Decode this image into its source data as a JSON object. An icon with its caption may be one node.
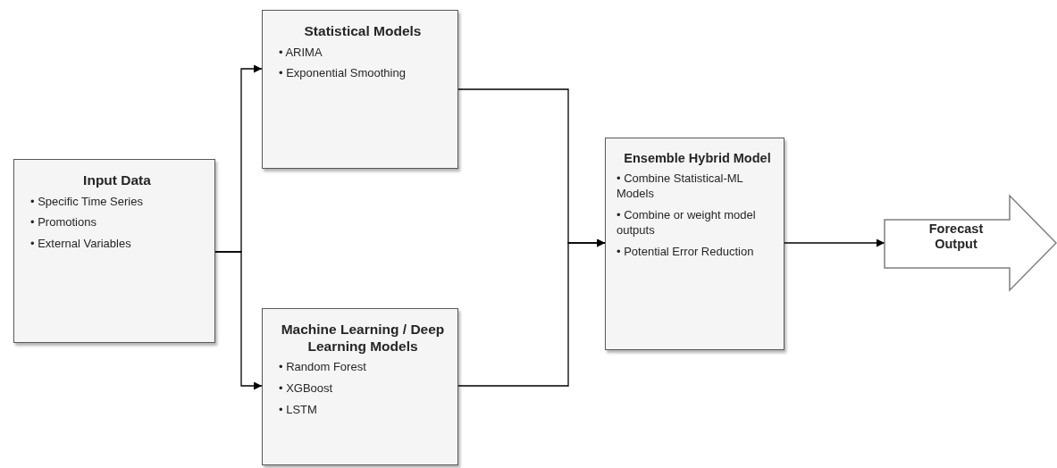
{
  "diagram": {
    "nodes": [
      {
        "text": [
          "Input Data",
          "• Specific Time Series",
          "• Promotions",
          "• External Variables"
        ]
      },
      {
        "text": [
          "Statistical Models",
          "• ARIMA",
          "• Exponential Smoothing"
        ]
      },
      {
        "text": [
          "Machine Learning / Deep Learning Models",
          "• Random Forest",
          "• XGBoost",
          "• LSTM"
        ]
      },
      {
        "text": [
          "Ensemble Hybrid Model",
          "• Combine Statistical-ML Models",
          "• Combine or weight model outputs",
          "• Potential Error Reduction"
        ]
      },
      {
        "text": [
          "Forecast Output"
        ]
      }
    ],
    "edges": [
      {
        "from": 0,
        "to": 1,
        "arrow": "to"
      },
      {
        "from": 0,
        "to": 2,
        "arrow": "to"
      },
      {
        "from": 1,
        "to": 3,
        "arrow": "to"
      },
      {
        "from": 2,
        "to": 3,
        "arrow": "to"
      },
      {
        "from": 3,
        "to": 4,
        "arrow": "to"
      }
    ]
  }
}
